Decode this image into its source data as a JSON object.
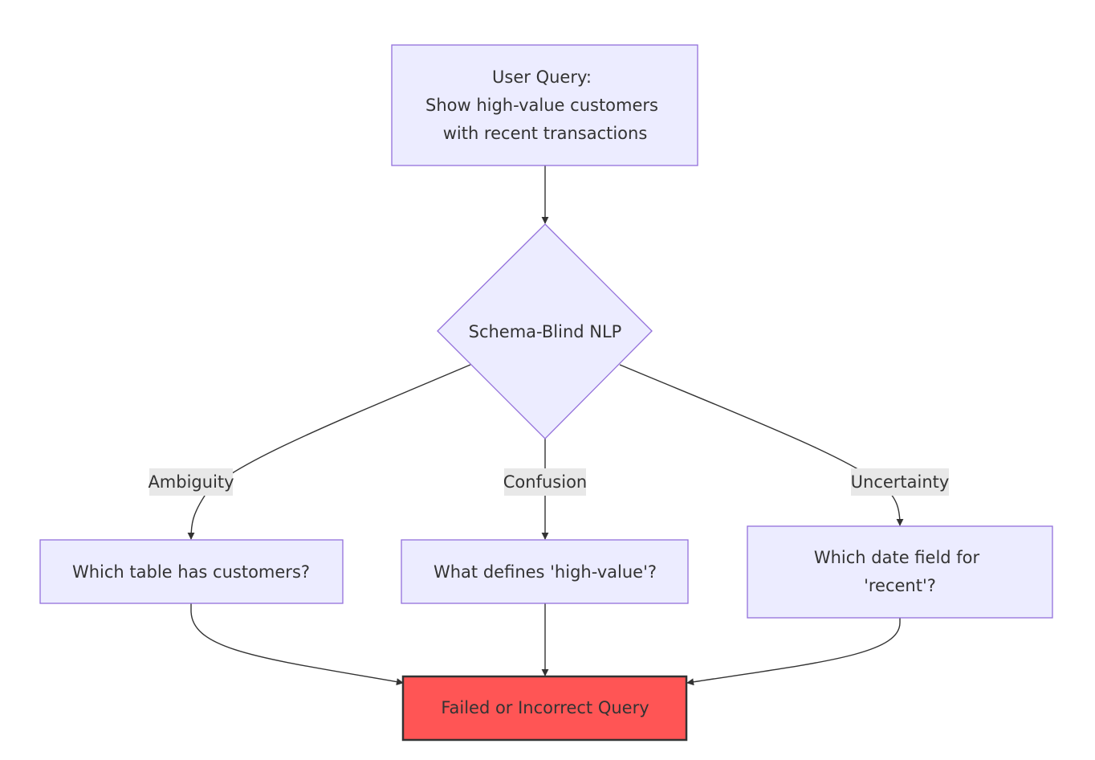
{
  "diagram": {
    "start": {
      "line1": "User Query:",
      "line2": "Show high-value customers",
      "line3": "with recent transactions"
    },
    "decision": {
      "label": "Schema-Blind NLP"
    },
    "edges": {
      "left": "Ambiguity",
      "middle": "Confusion",
      "right": "Uncertainty"
    },
    "questions": {
      "table": "Which table has customers?",
      "high_value": "What defines 'high-value'?",
      "date_line1": "Which date field for",
      "date_line2": "'recent'?"
    },
    "result": {
      "label": "Failed or Incorrect Query"
    },
    "colors": {
      "node_fill": "#ECECFF",
      "node_stroke": "#9370DB",
      "edge_label_bg": "#E8E8E8",
      "fail_fill": "#FF5555",
      "line": "#333333"
    }
  }
}
